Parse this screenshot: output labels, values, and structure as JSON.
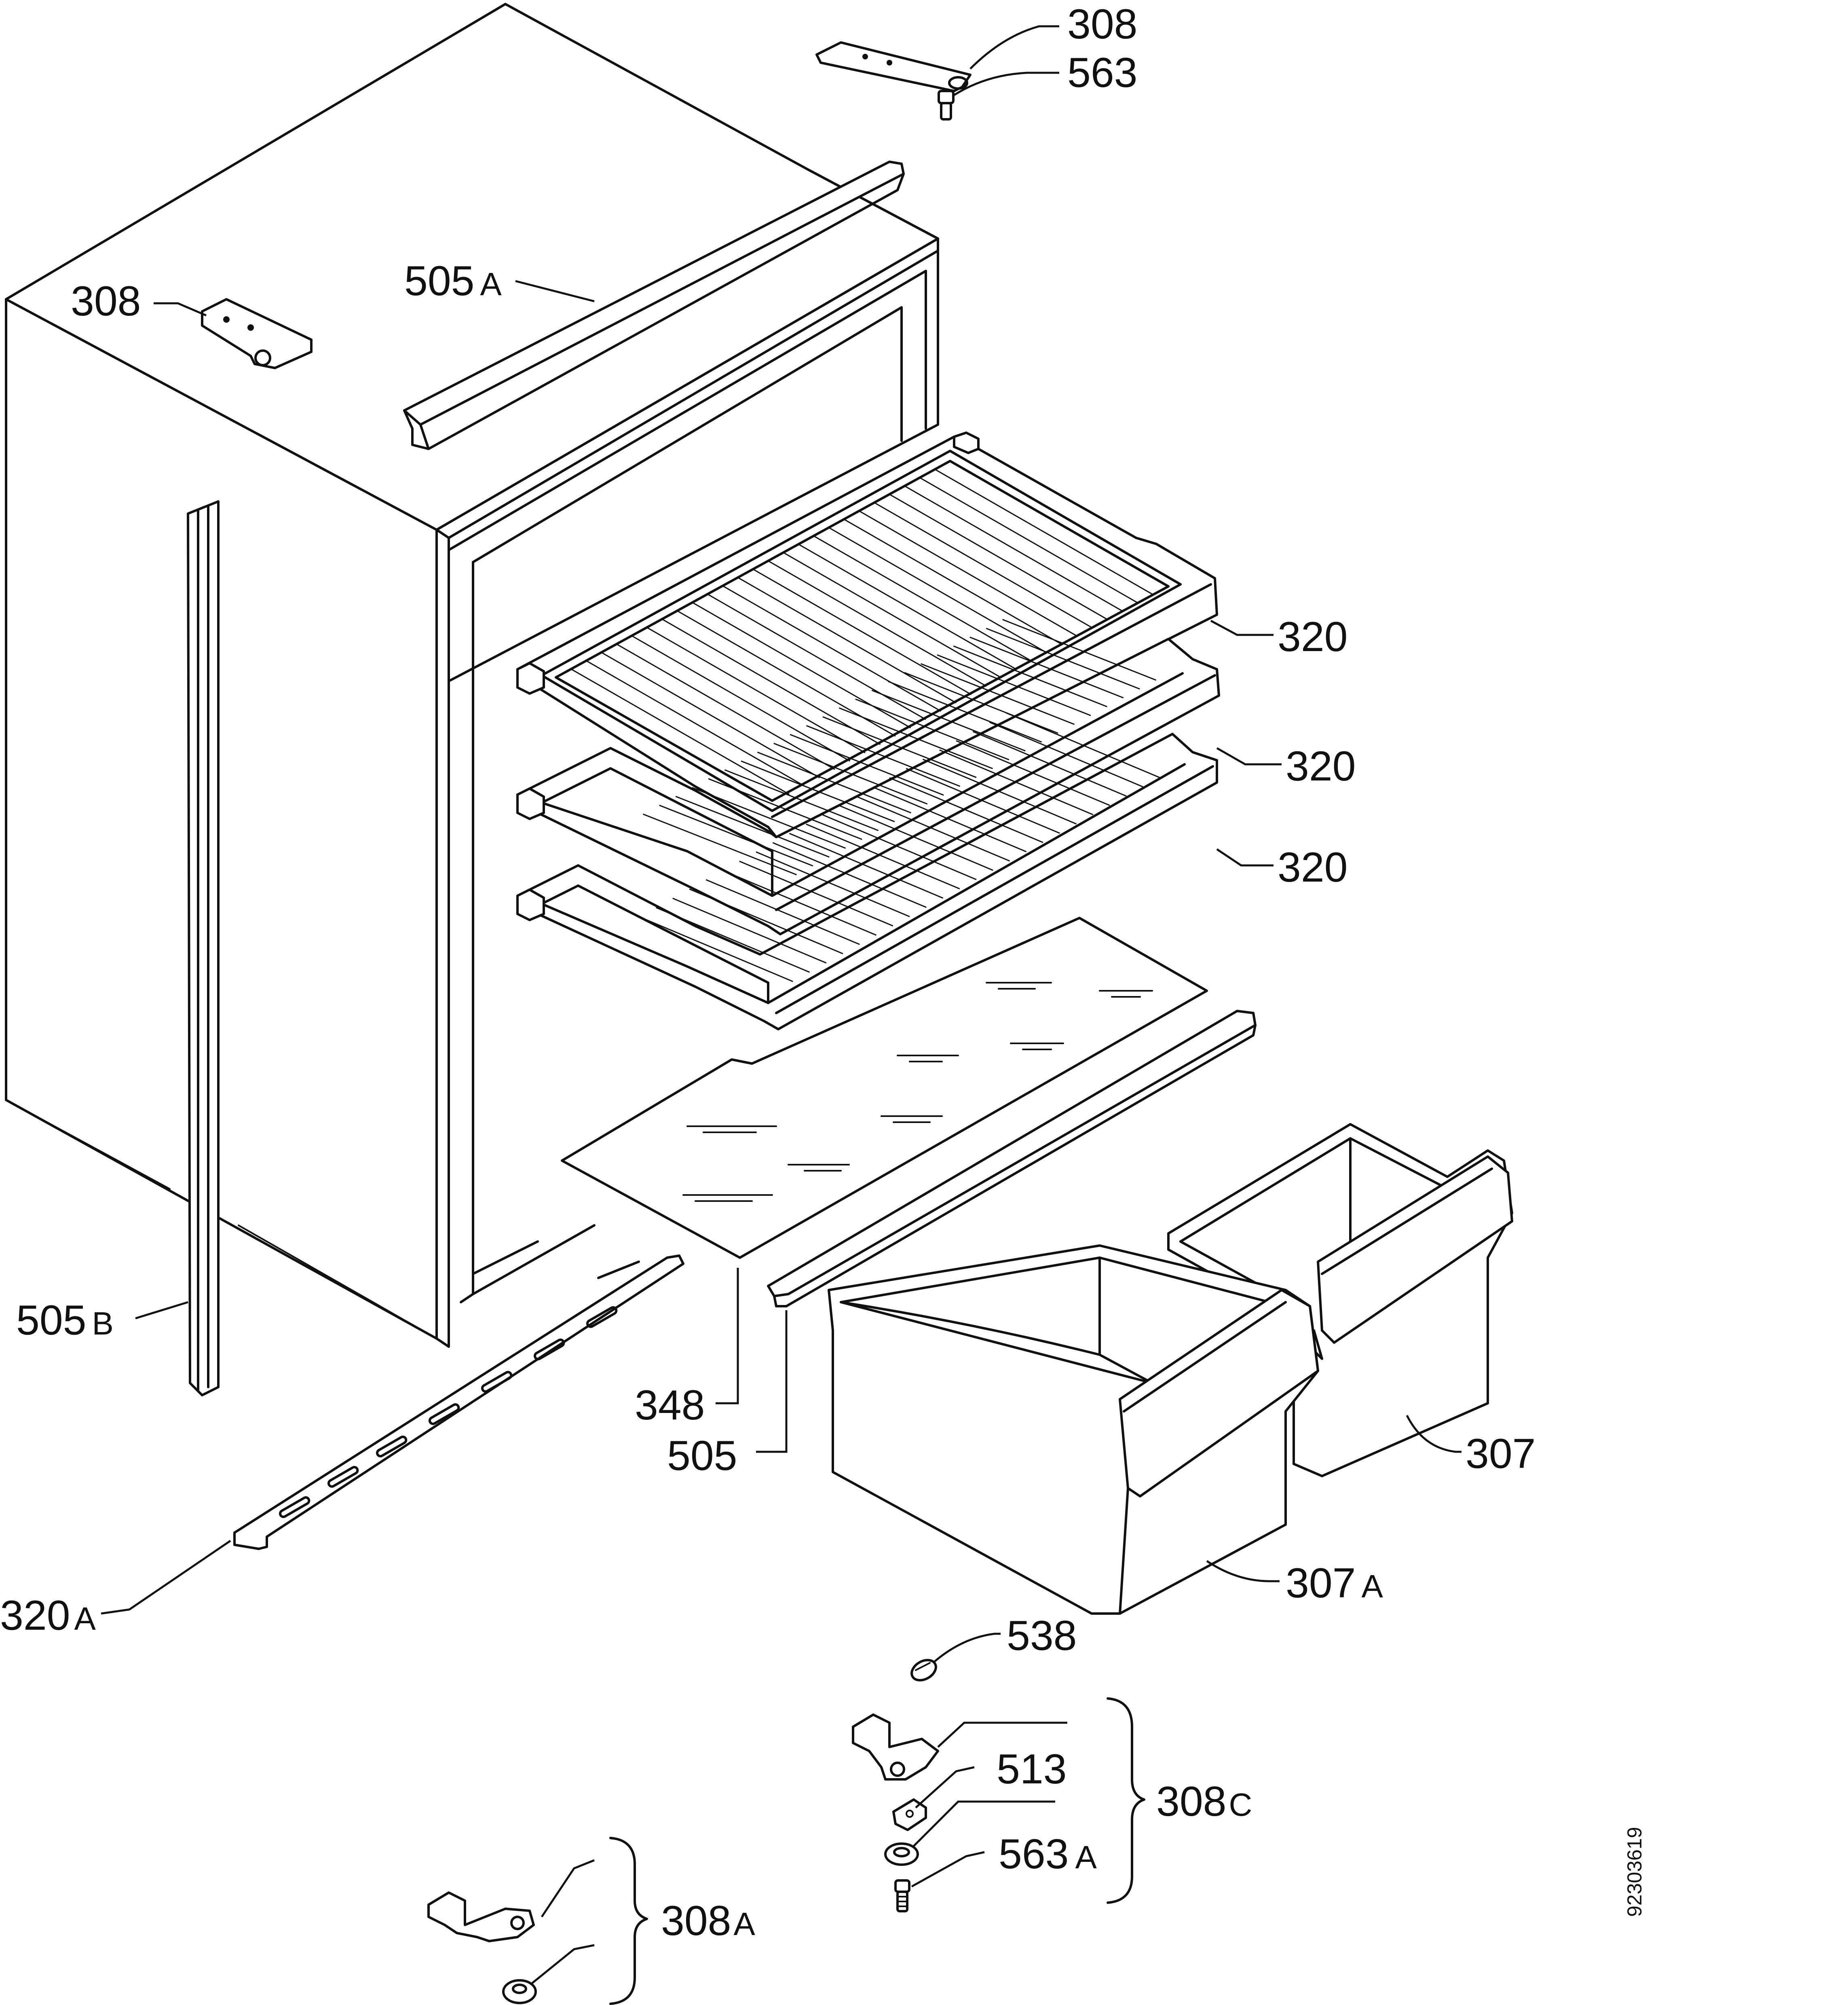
{
  "labels": {
    "hinge_top_right": {
      "num": "308",
      "suffix": ""
    },
    "pin_top": {
      "num": "563",
      "suffix": ""
    },
    "seal_top": {
      "num": "505",
      "suffix": "A"
    },
    "hinge_top_left": {
      "num": "308",
      "suffix": ""
    },
    "shelf_1": {
      "num": "320",
      "suffix": ""
    },
    "shelf_2": {
      "num": "320",
      "suffix": ""
    },
    "shelf_3": {
      "num": "320",
      "suffix": ""
    },
    "seal_side": {
      "num": "505",
      "suffix": "B"
    },
    "glass_shelf": {
      "num": "348",
      "suffix": ""
    },
    "glass_trim": {
      "num": "505",
      "suffix": ""
    },
    "drawer_right": {
      "num": "307",
      "suffix": ""
    },
    "drawer_left": {
      "num": "307",
      "suffix": "A"
    },
    "rail": {
      "num": "320",
      "suffix": "A"
    },
    "cap": {
      "num": "538",
      "suffix": ""
    },
    "bushing": {
      "num": "513",
      "suffix": ""
    },
    "pin_bottom": {
      "num": "563",
      "suffix": "A"
    },
    "hinge_set_c": {
      "num": "308",
      "suffix": "C"
    },
    "hinge_set_a": {
      "num": "308",
      "suffix": "A"
    }
  },
  "document_id": "92303619"
}
